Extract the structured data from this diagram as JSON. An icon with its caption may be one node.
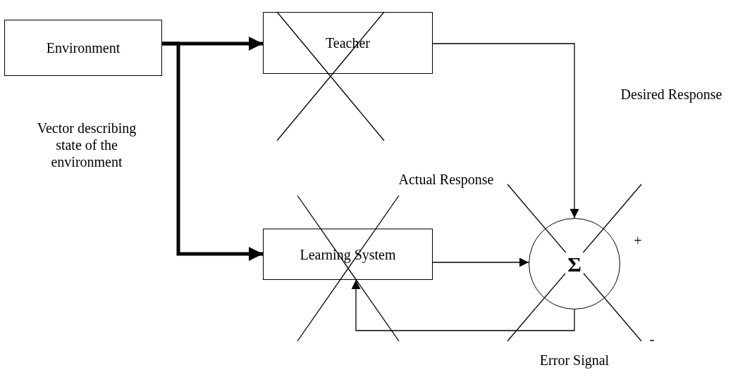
{
  "diagram": {
    "nodes": [
      {
        "text": [
          "Environment"
        ]
      },
      {
        "text": [
          "Teacher"
        ]
      },
      {
        "text": [
          "Learning System"
        ]
      },
      {
        "text": [
          "Σ"
        ]
      }
    ],
    "edges": [
      {
        "from": 0,
        "to": 1,
        "arrow": "to",
        "style": "thick"
      },
      {
        "from": 0,
        "to": 2,
        "arrow": "to",
        "style": "thick"
      },
      {
        "from": 1,
        "to": 3,
        "arrow": "to"
      },
      {
        "from": 2,
        "to": 3,
        "arrow": "to"
      },
      {
        "from": 3,
        "to": 2,
        "arrow": "to"
      }
    ],
    "labels": [
      "Desired Response",
      "Vector describing state of the environment",
      "Actual Response",
      "+",
      "-",
      "Error Signal"
    ]
  }
}
